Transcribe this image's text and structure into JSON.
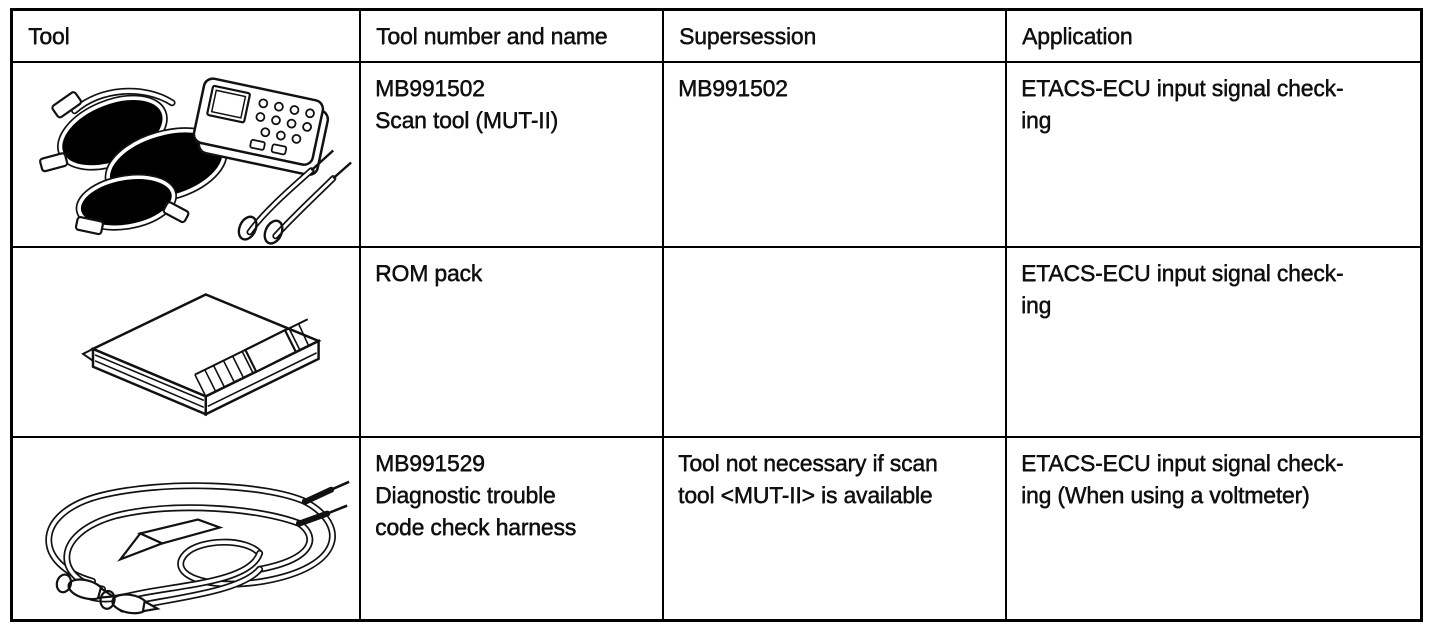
{
  "colors": {
    "ink": "#111111",
    "paper": "#ffffff"
  },
  "table": {
    "headers": [
      "Tool",
      "Tool number and name",
      "Supersession",
      "Application"
    ],
    "rows": [
      {
        "illustration": "scan-tool-kit",
        "tool_number_and_name": "MB991502\nScan tool (MUT-II)",
        "supersession": "MB991502",
        "application": "ETACS-ECU input signal check-\ning"
      },
      {
        "illustration": "rom-pack",
        "tool_number_and_name": "ROM pack",
        "supersession": "",
        "application": "ETACS-ECU input signal check-\ning"
      },
      {
        "illustration": "diagnostic-trouble-code-check-harness",
        "tool_number_and_name": "MB991529\nDiagnostic trouble\ncode check harness",
        "supersession": "Tool not necessary if scan\ntool <MUT-II> is available",
        "application": "ETACS-ECU input signal check-\ning (When using a voltmeter)"
      }
    ]
  }
}
